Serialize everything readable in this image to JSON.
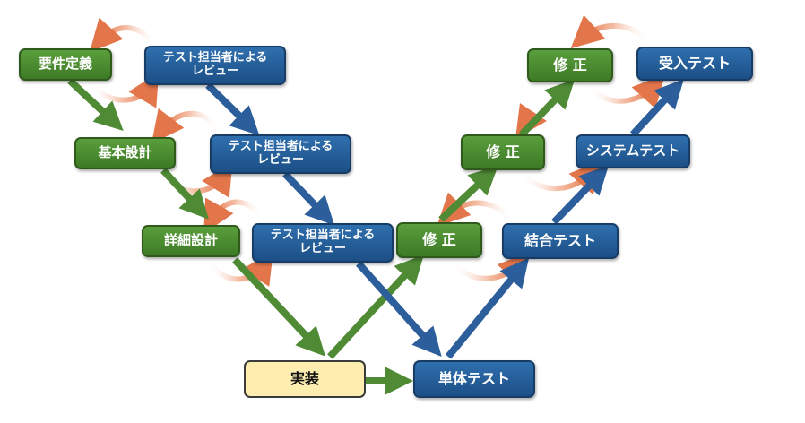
{
  "nodes": {
    "requirements": "要件定義",
    "basic_design": "基本設計",
    "detail_design": "詳細設計",
    "implementation": "実装",
    "unit_test": "単体テスト",
    "integration_test": "結合テスト",
    "system_test": "システムテスト",
    "acceptance_test": "受入テスト",
    "fix_1": "修 正",
    "fix_2": "修 正",
    "fix_3": "修 正",
    "review_1": {
      "line1": "テスト担当者による",
      "line2": "レビュー"
    },
    "review_2": {
      "line1": "テスト担当者による",
      "line2": "レビュー"
    },
    "review_3": {
      "line1": "テスト担当者による",
      "line2": "レビュー"
    }
  },
  "colors": {
    "green_box": "#4a8c30",
    "blue_box": "#235d9a",
    "yellow_box": "#fdeeb0",
    "green_arrow": "#4f8a35",
    "blue_arrow": "#2b5e9a",
    "orange_arrow": "#e2754a"
  }
}
